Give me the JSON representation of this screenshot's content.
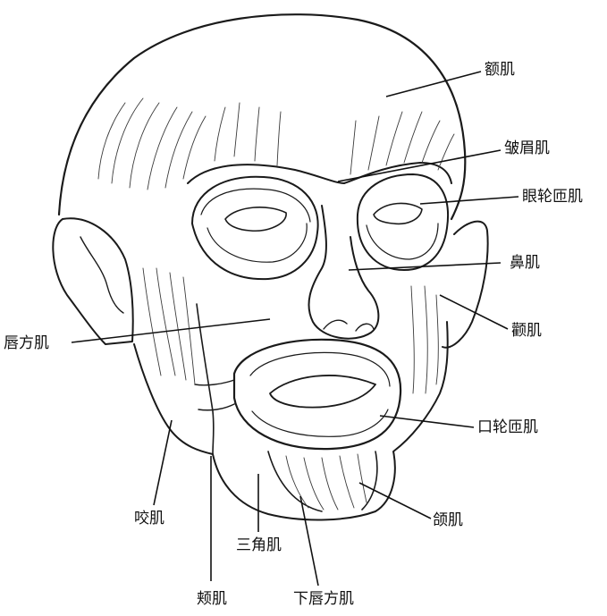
{
  "labels": {
    "frontalis": "额肌",
    "corrugator": "皱眉肌",
    "orbicularis_oculi": "眼轮匝肌",
    "nasalis": "鼻肌",
    "zygomaticus": "颧肌",
    "quadratus_labii_superioris": "唇方肌",
    "orbicularis_oris": "口轮匝肌",
    "masseter": "咬肌",
    "mentalis": "颌肌",
    "triangularis": "三角肌",
    "buccinator": "颊肌",
    "quadratus_labii_inferioris": "下唇方肌"
  },
  "colors": {
    "ink": "#1a1a1a",
    "background": "#ffffff"
  }
}
